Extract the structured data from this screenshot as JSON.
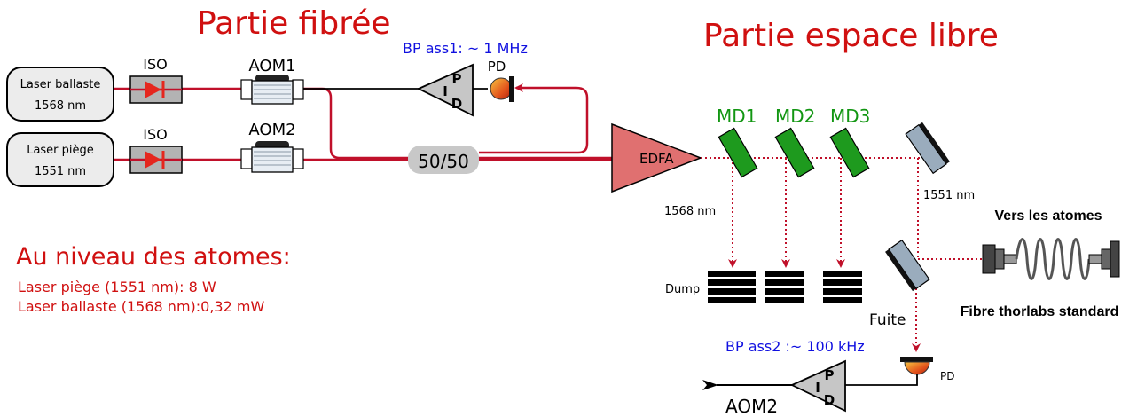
{
  "titles": {
    "fibre": "Partie fibrée",
    "free_space": "Partie espace libre"
  },
  "lasers": {
    "ballast": {
      "name": "Laser ballaste",
      "wavelength": "1568 nm"
    },
    "trap": {
      "name": "Laser piège",
      "wavelength": "1551 nm"
    }
  },
  "components": {
    "iso1": "ISO",
    "iso2": "ISO",
    "aom1": "AOM1",
    "aom2": "AOM2",
    "coupler": "50/50",
    "pd_top": "PD",
    "pd_bottom": "PD",
    "amp_p": "P",
    "amp_i": "I",
    "amp_d": "D",
    "edfa": "EDFA",
    "md1": "MD1",
    "md2": "MD2",
    "md3": "MD3",
    "dump": "Dump",
    "fuite": "Fuite",
    "aom2_out": "AOM2"
  },
  "bandwidths": {
    "ass1": "BP ass1: ~ 1 MHz",
    "ass2": "BP ass2 :~ 100 kHz"
  },
  "wavelength_labels": {
    "w1568": "1568 nm",
    "w1551": "1551 nm"
  },
  "fiber": {
    "to_atoms": "Vers les atomes",
    "standard": "Fibre thorlabs standard"
  },
  "atoms": {
    "heading": "Au niveau des atomes:",
    "line1": "Laser piège (1551 nm): 8 W",
    "line2": "Laser ballaste (1568 nm):0,32 mW"
  },
  "colors": {
    "title_red": "#d01010",
    "beam_red": "#c0102a",
    "blue_text": "#1010e0",
    "green_text": "#129612",
    "edfa_fill": "#e07070",
    "mirror_green": "#1e9a1e",
    "mirror_gray": "#9aacbd"
  }
}
